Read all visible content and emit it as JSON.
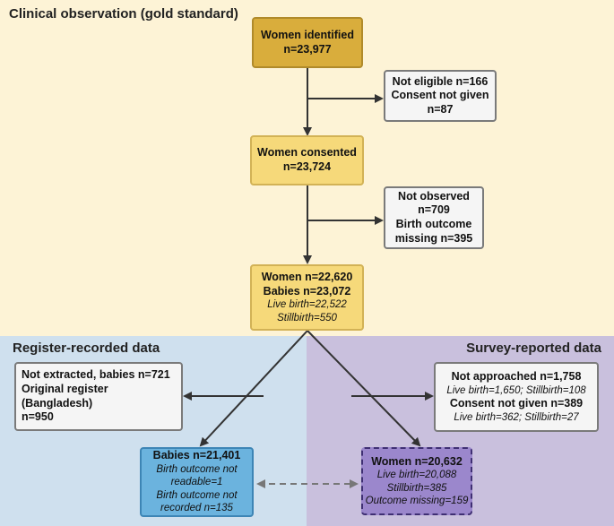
{
  "regions": {
    "top_label": "Clinical observation (gold standard)",
    "left_label": "Register-recorded data",
    "right_label": "Survey-reported data"
  },
  "boxes": {
    "women_identified": {
      "line1": "Women identified",
      "line2": "n=23,977"
    },
    "excluded1": {
      "line1": "Not eligible n=166",
      "line2": "Consent not given",
      "line3": "n=87"
    },
    "women_consented": {
      "line1": "Women consented",
      "line2": "n=23,724"
    },
    "excluded2": {
      "line1": "Not observed",
      "line2": "n=709",
      "line3": "Birth outcome",
      "line4": "missing n=395"
    },
    "observed": {
      "line1": "Women n=22,620",
      "line2": "Babies n=23,072",
      "line3": "Live birth=22,522",
      "line4": "Stillbirth=550"
    },
    "register_excluded": {
      "line1": "Not extracted, babies n=721",
      "line2": "Original register (Bangladesh)",
      "line3": "n=950"
    },
    "register_babies": {
      "line1": "Babies n=21,401",
      "line2": "Birth outcome not",
      "line3": "readable=1",
      "line4": "Birth outcome not",
      "line5": "recorded n=135"
    },
    "survey_excluded": {
      "line1": "Not approached n=1,758",
      "line2": "Live birth=1,650; Stillbirth=108",
      "line3": "Consent not given n=389",
      "line4": "Live birth=362; Stillbirth=27"
    },
    "survey_women": {
      "line1": "Women n=20,632",
      "line2": "Live birth=20,088",
      "line3": "Stillbirth=385",
      "line4": "Outcome missing=159"
    }
  },
  "colors": {
    "top_bg": "#fdf3d6",
    "left_bg": "#cfe0ee",
    "right_bg": "#c9c0dd",
    "gold_box": "#d9ad3c",
    "yellow_box": "#f6d97a",
    "blue_box": "#6bb3de",
    "purple_box": "#9b87cc"
  }
}
